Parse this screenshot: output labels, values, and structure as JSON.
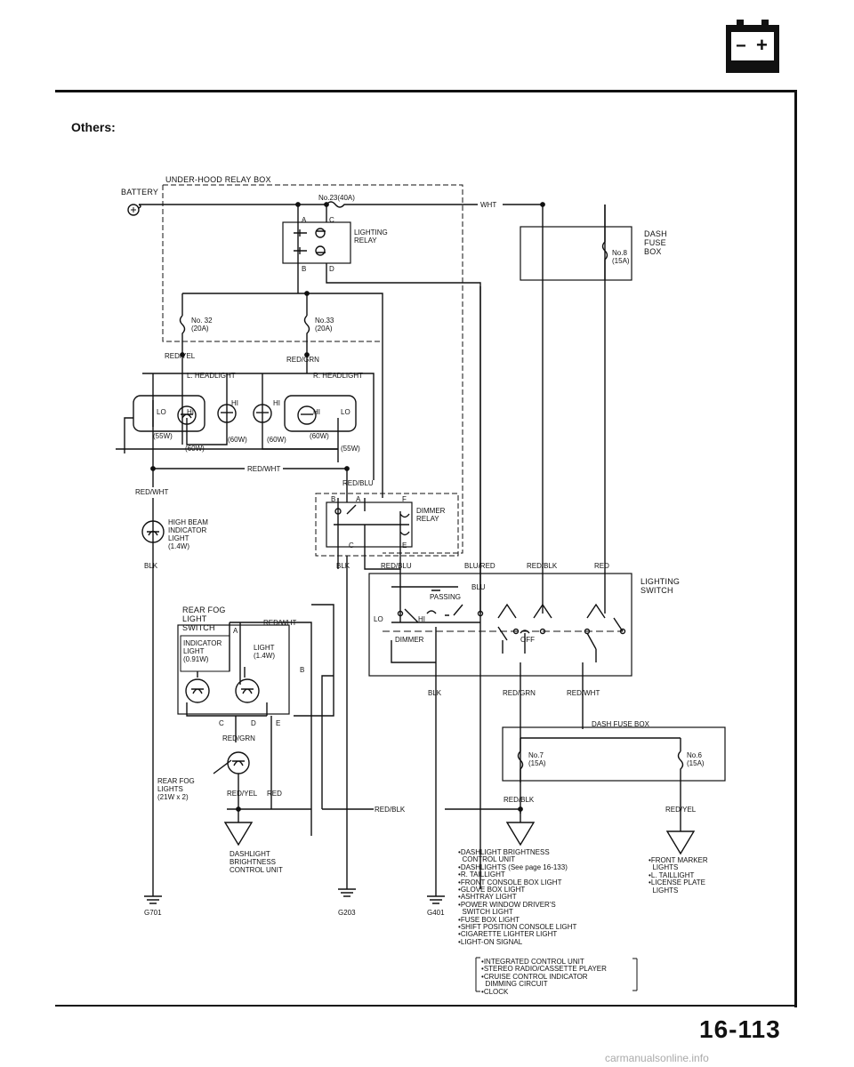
{
  "page": {
    "section_title": "Others:",
    "page_number": "16-113",
    "watermark": "carmanualsonline.info"
  },
  "battery_icon": {
    "minus": "−",
    "plus": "+"
  },
  "components": {
    "under_hood_box": "UNDER-HOOD RELAY BOX",
    "battery": "BATTERY",
    "fuse_23": "No.23(40A)",
    "lighting_relay": "LIGHTING\nRELAY",
    "fuse_32": "No. 32\n(20A)",
    "fuse_33": "No.33\n(20A)",
    "l_headlight": "L. HEADLIGHT",
    "r_headlight": "R. HEADLIGHT",
    "dash_fuse_box_top": "DASH\nFUSE\nBOX",
    "fuse_8": "No.8\n(15A)",
    "high_beam": "HIGH BEAM\nINDICATOR\nLIGHT\n(1.4W)",
    "dimmer_relay": "DIMMER\nRELAY",
    "lighting_switch": "LIGHTING\nSWITCH",
    "passing": "PASSING",
    "dimmer": "DIMMER",
    "off": "OFF",
    "rear_fog_switch": "REAR FOG\nLIGHT\nSWITCH",
    "indicator_light": "INDICATOR\nLIGHT\n(0.91W)",
    "light_14": "LIGHT\n(1.4W)",
    "rear_fog_lights": "REAR FOG\nLIGHTS\n(21W x 2)",
    "dash_fuse_box_bottom": "DASH FUSE BOX",
    "fuse_7": "No.7\n(15A)",
    "fuse_6": "No.6\n(15A)",
    "dashlight_control": "DASHLIGHT\nBRIGHTNESS\nCONTROL UNIT"
  },
  "wires": {
    "wht": "WHT",
    "red_yel_l": "RED/YEL",
    "red_grn_r": "RED/GRN",
    "red_wht_mid": "RED/WHT",
    "red_wht_left": "RED/WHT",
    "red_blu": "RED/BLU",
    "blk_left": "BLK",
    "blk_dimmer": "BLK",
    "red_blu_2": "RED/BLU",
    "blu_red": "BLU/RED",
    "red_blk_sw": "RED/BLK",
    "red_sw": "RED",
    "blu": "BLU",
    "red_wht_fog": "RED/WHT",
    "blk_g401": "BLK",
    "red_grn_sw": "RED/GRN",
    "red_wht_sw": "RED/WHT",
    "red_grn_fog": "RED/GRN",
    "red_yel_fog": "RED/YEL",
    "red_fog": "RED",
    "red_blk_bottom": "RED/BLK",
    "red_blk_fuse7": "RED/BLK",
    "red_yel_fuse6": "RED/YEL"
  },
  "ground": {
    "g701": "G701",
    "g203": "G203",
    "g401": "G401"
  },
  "pins": {
    "a": "A",
    "c": "C",
    "b": "B",
    "d": "D",
    "d_b": "B",
    "d_a": "A",
    "d_f": "F",
    "d_c": "C",
    "d_e": "E",
    "f_a": "A",
    "f_b": "B",
    "f_c": "C",
    "f_d": "D",
    "f_e": "E",
    "lo_l": "LO",
    "hi_l": "HI",
    "hi_l2": "HI",
    "w55_l": "(55W)",
    "w60_l": "(60W)",
    "w60_l2": "(60W)",
    "hi_r": "HI",
    "hi_r2": "HI",
    "lo_r": "LO",
    "w60_r": "(60W)",
    "w60_r2": "(60W)",
    "w55_r": "(55W)",
    "sw_lo": "LO",
    "sw_hi": "HI"
  },
  "notes_center": [
    "DASHLIGHT BRIGHTNESS\n  CONTROL UNIT",
    "DASHLIGHTS (See page 16-133)",
    "R. TAILLIGHT",
    "FRONT CONSOLE BOX LIGHT",
    "GLOVE BOX LIGHT",
    "ASHTRAY LIGHT",
    "POWER WINDOW DRIVER'S\n  SWITCH LIGHT",
    "FUSE BOX LIGHT",
    "SHIFT POSITION CONSOLE LIGHT",
    "CIGARETTE LIGHTER LIGHT",
    "LIGHT-ON SIGNAL"
  ],
  "notes_bracket": [
    "INTEGRATED CONTROL UNIT",
    "STEREO RADIO/CASSETTE PLAYER",
    "CRUISE CONTROL INDICATOR\n  DIMMING CIRCUIT",
    "CLOCK"
  ],
  "notes_right": [
    "FRONT MARKER\n  LIGHTS",
    "L. TAILLIGHT",
    "LICENSE PLATE\n  LIGHTS"
  ]
}
